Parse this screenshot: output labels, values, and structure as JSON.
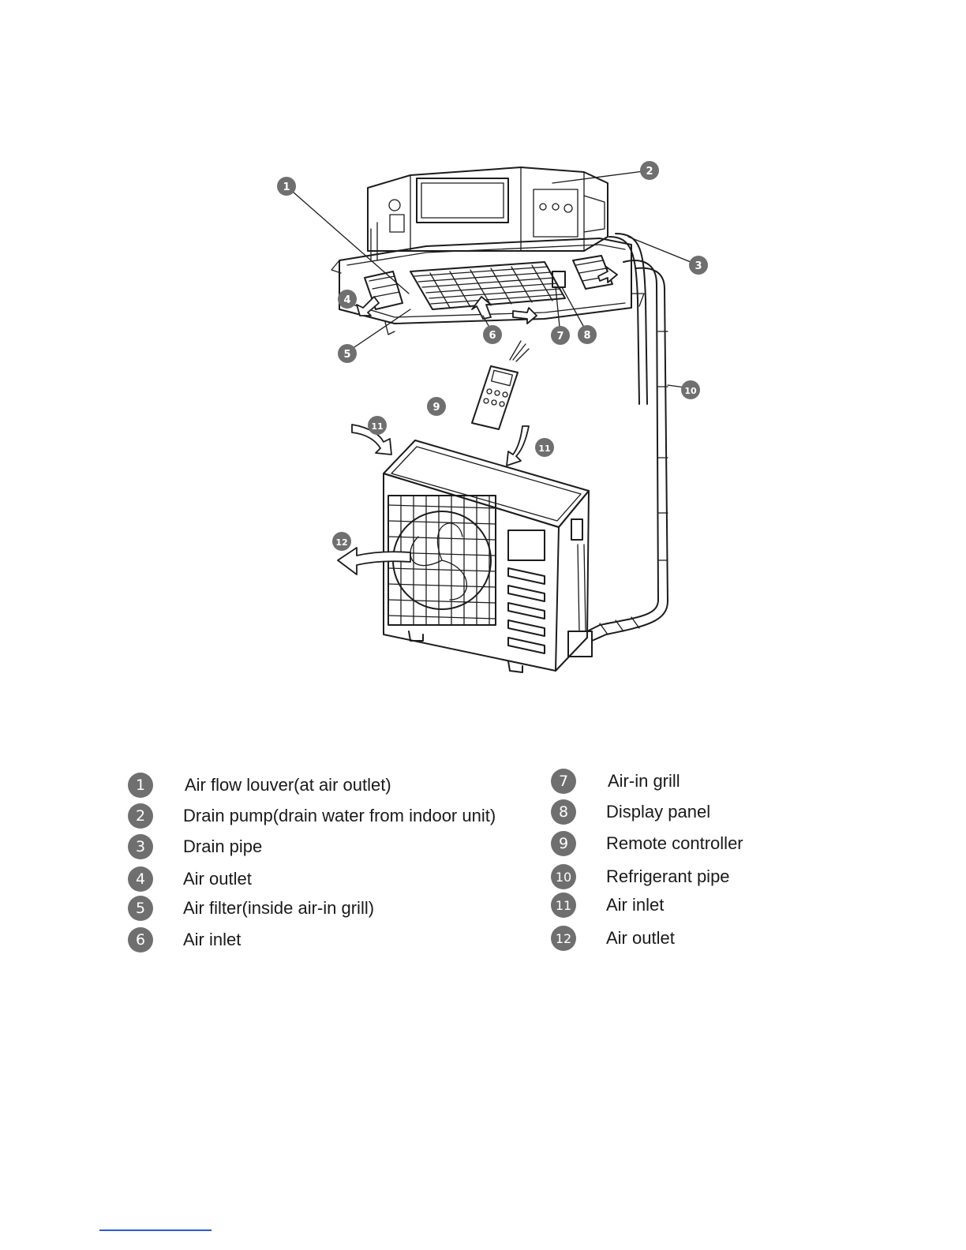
{
  "callouts": [
    "1",
    "2",
    "3",
    "4",
    "5",
    "6",
    "7",
    "8",
    "9",
    "10",
    "11",
    "11",
    "12"
  ],
  "legend": [
    {
      "num": "1",
      "label": "Air flow louver(at air outlet)"
    },
    {
      "num": "2",
      "label": "Drain pump(drain water from indoor unit)"
    },
    {
      "num": "3",
      "label": "Drain pipe"
    },
    {
      "num": "4",
      "label": "Air outlet"
    },
    {
      "num": "5",
      "label": "Air filter(inside air-in grill)"
    },
    {
      "num": "6",
      "label": "Air inlet"
    },
    {
      "num": "7",
      "label": "Air-in grill"
    },
    {
      "num": "8",
      "label": "Display panel"
    },
    {
      "num": "9",
      "label": "Remote controller"
    },
    {
      "num": "10",
      "label": "Refrigerant pipe"
    },
    {
      "num": "11",
      "label": "Air inlet"
    },
    {
      "num": "12",
      "label": "Air outlet"
    }
  ],
  "colors": {
    "badge": "#6f6f6f",
    "line": "#1c1c1c",
    "footer_rule": "#2a5bd7"
  }
}
